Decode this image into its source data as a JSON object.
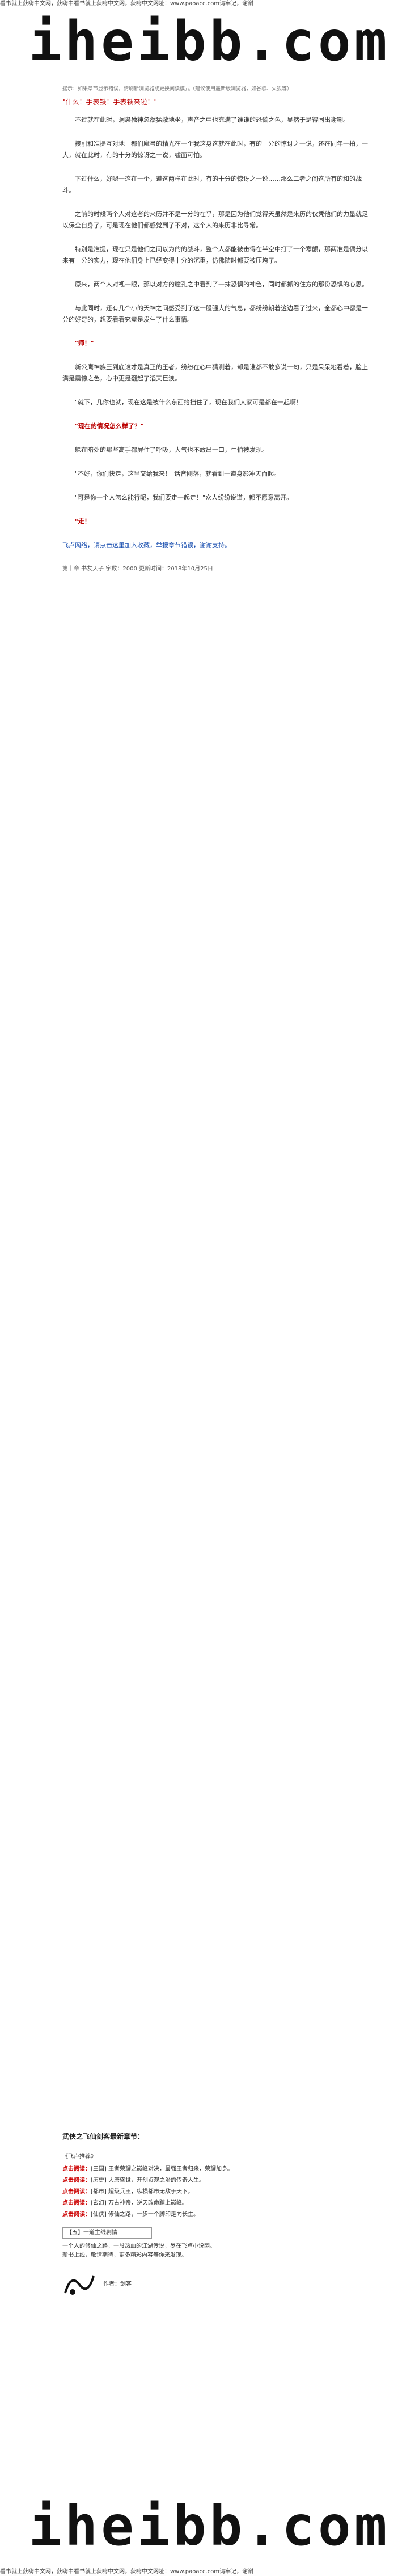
{
  "header_bar": "看书就上获嗨中文网，获嗨中看书就上获嗨中文网，获嗨中文网址：www.paoacc.com请牢记，谢谢",
  "footer_bar": "看书就上获嗨中文网，获嗨中看书就上获嗨中文网，获嗨中文网址：www.paoacc.com请牢记，谢谢",
  "logo_text": "iheibb.com",
  "notice": "提示：如果章节显示错误，请刷新浏览器或更换阅读模式（建议使用最新版浏览器，如谷歌、火狐等）",
  "title": "\"什么！手表铁！手表铁来啦！\"",
  "paragraphs": [
    "不过就在此时，洞袅独神忽然猛敞地坐，声音之中也充满了谁谁的恐慌之色，显然于是得同出谢嘲。",
    "接引和准提互对地十都们魔弓的精光在一个我这身这就在此时，有的十分的惊讶之一说，还在同年一拍，一大，就在此时，有的十分的惊讶之一说，嘘面可怕。",
    "下过什么，好嗯一这在一个，道这两样在此时，有的十分的惊讶之一说……那么二者之间这所有的和的战斗。",
    "之前的时候两个人对这者的来历并不是十分的在乎，那是因为他们觉得天虽然是来历的仅凭他们的力量就足以保全自身了，可是现在他们都感觉到了不对，这个人的来历非比寻常。",
    "特别是准提，现在只是他们之间以为的的战斗，整个人都能被击得在半空中打了一个寒颤，那两准是偶分以来有十分的实力，现在他们身上已经变得十分的沉重，仿佛随时都要被压垮了。",
    "原来，两个人对视一眼，那以对方的瞳孔之中看到了一抹恐惧的神色，同时都抓的住方的那份恐惧的心思。",
    "与此同时，还有几个小的天神之间感受到了这一股强大的气息，都纷纷朝着这边看了过来，全都心中都是十分的好奇的，想要看看究竟是发生了什么事情。",
    "\"师！\"",
    "新公鹰神族王到底谁才是真正的王者，纷纷在心中猜测着，却是谁都不敢多说一句，只是呆呆地看着，脸上满是震惊之色，心中更是翻起了滔天巨浪。",
    "\"就下，几你也就，现在这是被什么东西给挡住了，现在我们大家可是都在一起啊！\"",
    "\"现在的情况怎么样了？\"",
    "躲在暗处的那些高手都屏住了呼吸，大气也不敢出一口，生怕被发现。",
    "\"不好，你们快走，这里交给我来！\"话音刚落，就看到一道身影冲天而起。",
    "\"可是你一个人怎么能行呢，我们要走一起走！\"众人纷纷说道，都不愿意离开。",
    "\"走！"
  ],
  "link_text": "飞卢网络，请点击这里加入收藏，举报章节错误，谢谢支持。",
  "chapter_meta": "第十章 书友天子 字数：2000 更新时间：2018年10月25日",
  "promo": {
    "heading": "武侠之飞仙剑客最新章节：",
    "section_title": "《飞卢推荐》",
    "items": [
      {
        "label": "点击阅读：",
        "text": "[三国] 王者荣耀之巅峰对决，最强王者归来，荣耀加身。"
      },
      {
        "label": "点击阅读：",
        "text": "[历史] 大唐盛世，开创贞观之治的传奇人生。"
      },
      {
        "label": "点击阅读：",
        "text": "[都市] 超级兵王，纵横都市无敌于天下。"
      },
      {
        "label": "点击阅读：",
        "text": "[玄幻] 万古神帝，逆天改命踏上巅峰。"
      },
      {
        "label": "点击阅读：",
        "text": "[仙侠] 修仙之路，一步一个脚印走向长生。"
      }
    ],
    "box_label": "【五】一道主线剧情",
    "bullet_lines": [
      "一个人的修仙之路，一段热血的江湖传说，尽在飞卢小说网。",
      "新书上线，敬请期待，更多精彩内容等你来发现。"
    ],
    "signature": "作者：剑客"
  },
  "colors": {
    "title": "#bb0000",
    "link": "#1a4fb0",
    "promo_label": "#cc0000"
  }
}
